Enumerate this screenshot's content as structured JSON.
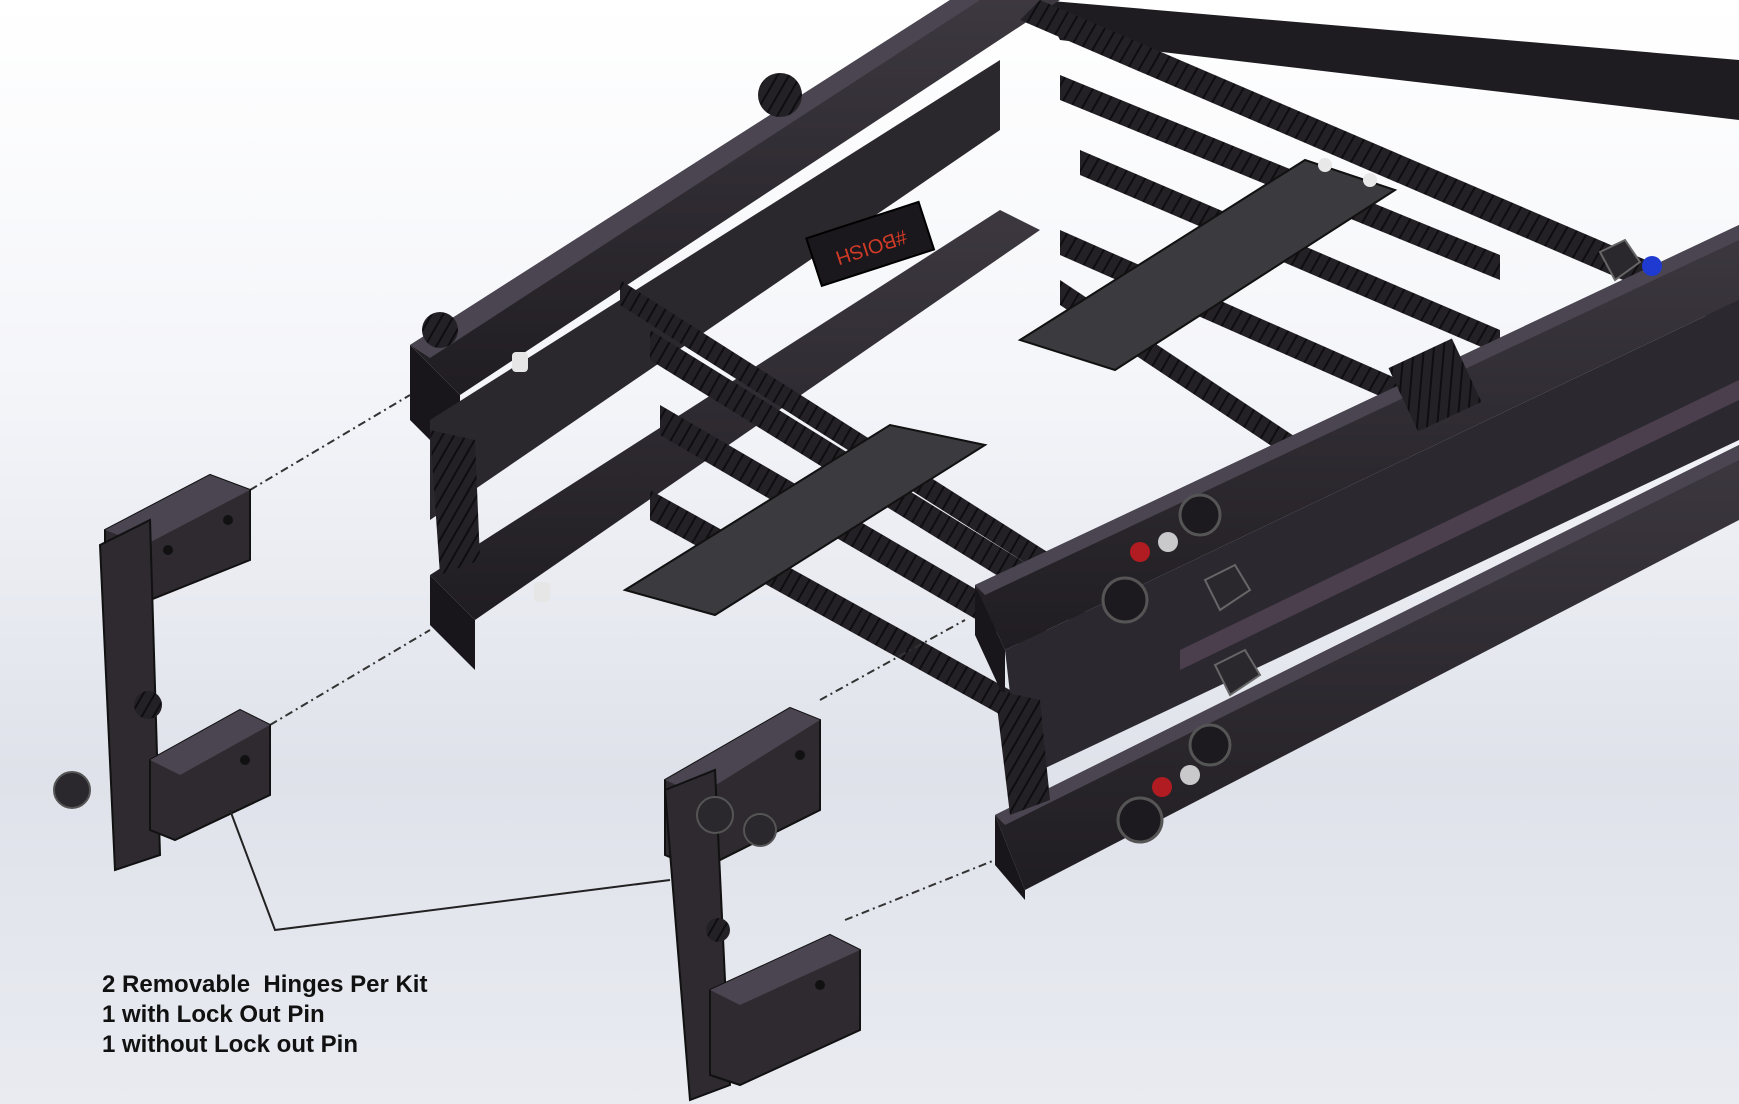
{
  "callout": {
    "lines": [
      "2 Removable  Hinges Per Kit",
      "1 with Lock Out Pin",
      "1 without Lock out Pin"
    ]
  },
  "plate_label": "#BOISH",
  "colors": {
    "frame": "#2e2a30",
    "frame_dark": "#1c1a1e",
    "frame_light": "#4a4550",
    "panel": "#3b3a3e",
    "accent_red": "#b01c22",
    "accent_blue": "#1e3ad0",
    "leader": "#222222",
    "plate_text": "#d23a28"
  }
}
